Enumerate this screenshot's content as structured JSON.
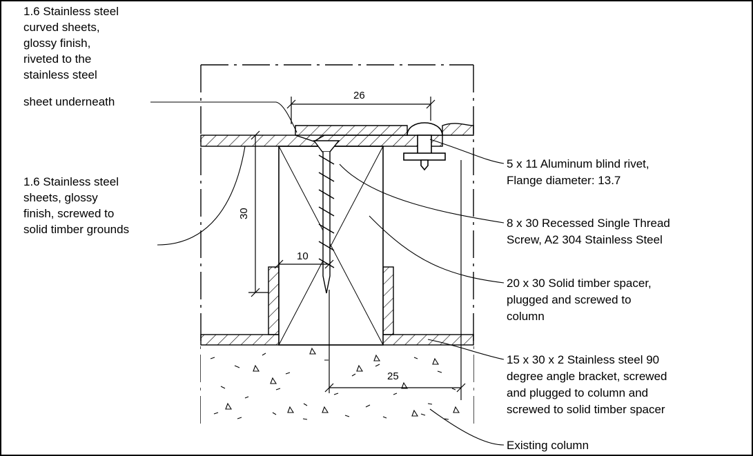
{
  "labels": {
    "curved_sheets": [
      "1.6 Stainless steel",
      "curved sheets,",
      "glossy finish,",
      "riveted to the",
      "stainless steel",
      "sheet underneath"
    ],
    "flat_sheets": [
      "1.6 Stainless steel",
      "sheets, glossy",
      "finish, screwed to",
      "solid timber grounds"
    ],
    "rivet": [
      "5 x 11 Aluminum blind rivet,",
      "Flange diameter: 13.7"
    ],
    "screw": [
      "8 x 30 Recessed Single Thread",
      "Screw, A2 304 Stainless Steel"
    ],
    "spacer": [
      "20 x 30 Solid timber spacer,",
      "plugged and screwed to",
      "column"
    ],
    "bracket": [
      "15 x 30 x 2 Stainless steel 90",
      "degree angle bracket, screwed",
      "and plugged to column and",
      "screwed to solid timber spacer"
    ],
    "column": [
      "Existing column"
    ]
  },
  "dimensions": {
    "top_width": "26",
    "height": "30",
    "inner": "10",
    "offset": "25"
  }
}
